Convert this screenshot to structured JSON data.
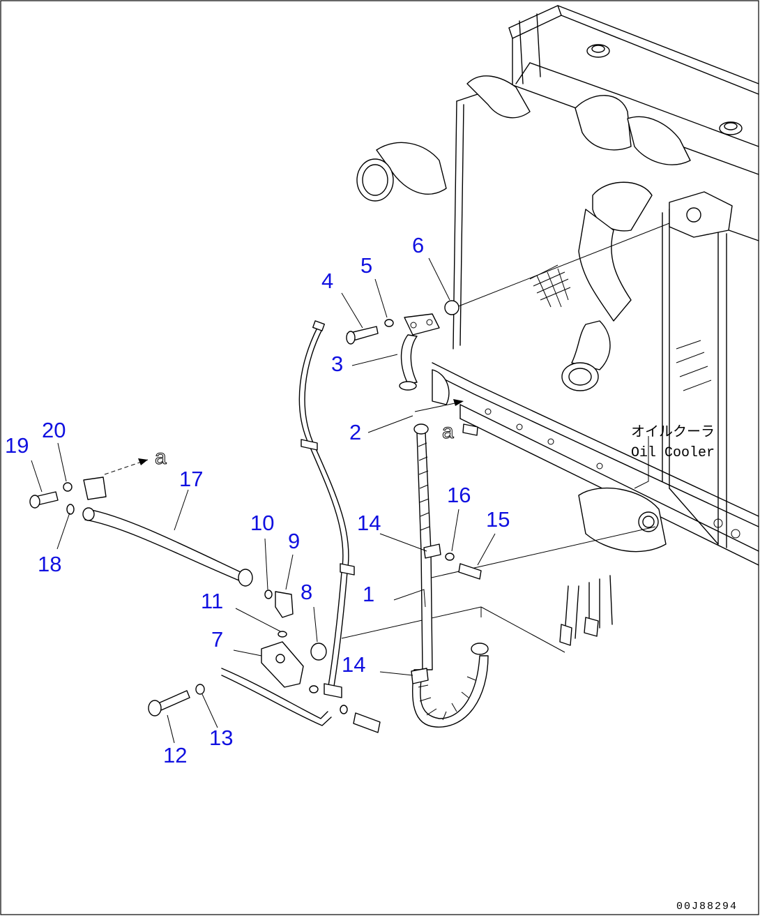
{
  "diagram": {
    "callout_color": "#1010e0",
    "callouts": [
      {
        "id": "c1",
        "label": "1"
      },
      {
        "id": "c2",
        "label": "2"
      },
      {
        "id": "c3",
        "label": "3"
      },
      {
        "id": "c4",
        "label": "4"
      },
      {
        "id": "c5",
        "label": "5"
      },
      {
        "id": "c6",
        "label": "6"
      },
      {
        "id": "c7",
        "label": "7"
      },
      {
        "id": "c8",
        "label": "8"
      },
      {
        "id": "c9",
        "label": "9"
      },
      {
        "id": "c10",
        "label": "10"
      },
      {
        "id": "c11",
        "label": "11"
      },
      {
        "id": "c12",
        "label": "12"
      },
      {
        "id": "c13",
        "label": "13"
      },
      {
        "id": "c14a",
        "label": "14"
      },
      {
        "id": "c14b",
        "label": "14"
      },
      {
        "id": "c15",
        "label": "15"
      },
      {
        "id": "c16",
        "label": "16"
      },
      {
        "id": "c17",
        "label": "17"
      },
      {
        "id": "c18",
        "label": "18"
      },
      {
        "id": "c19",
        "label": "19"
      },
      {
        "id": "c20",
        "label": "20"
      }
    ],
    "reference_mark": "a",
    "oil_cooler_label_jp": "オイルクーラ",
    "oil_cooler_label_en": "Oil Cooler",
    "drawing_code": "00J88294"
  }
}
